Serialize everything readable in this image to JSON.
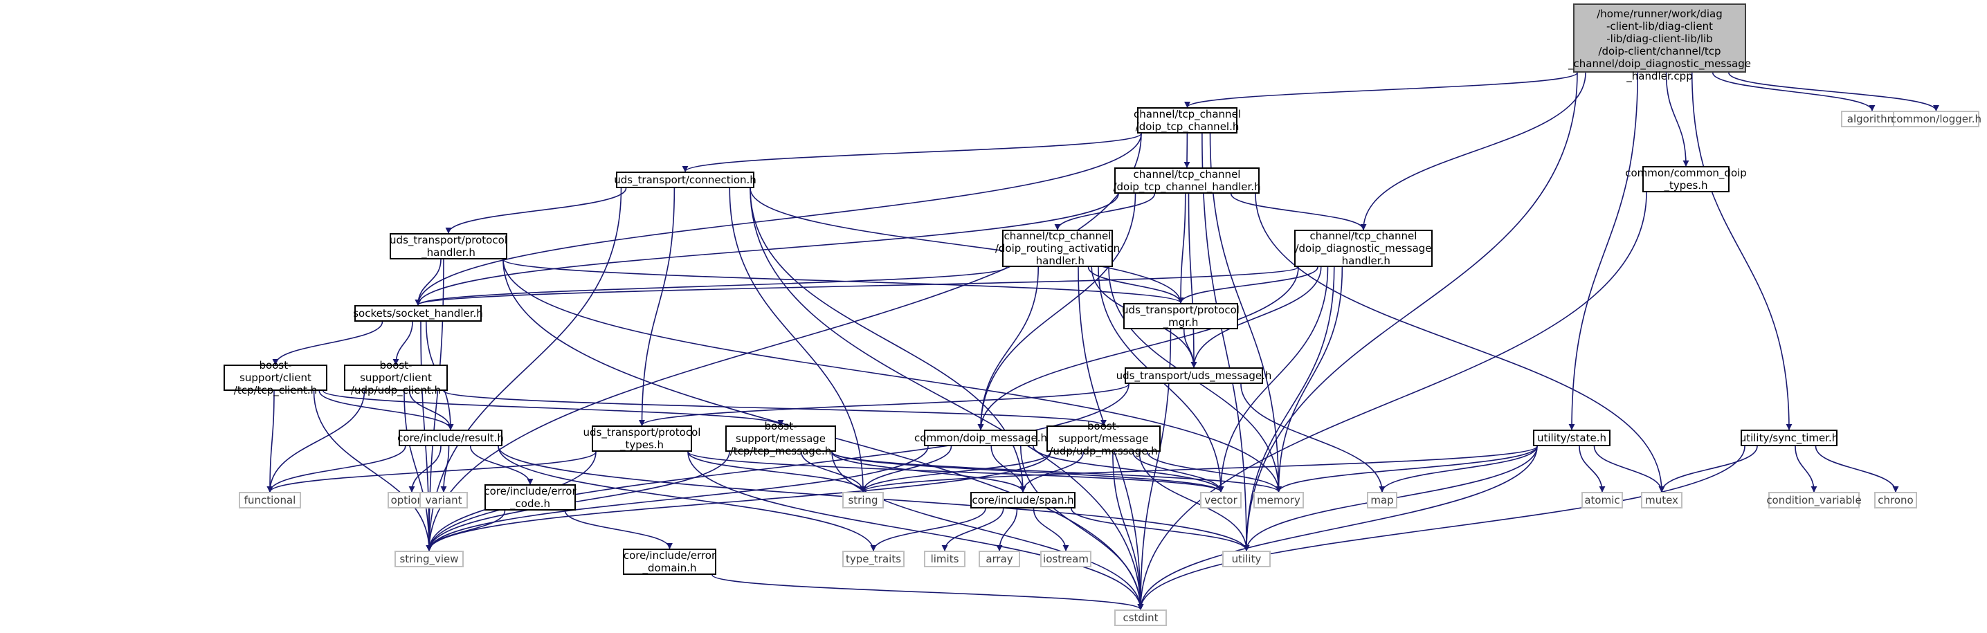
{
  "graph": {
    "edge_color": "#191970",
    "root_fill": "#bfbfbf",
    "local_border": "#000000",
    "system_border": "#bfbfbf",
    "nodes": [
      {
        "id": "root",
        "label": "/home/runner/work/diag\n-client-lib/diag-client\n-lib/diag-client-lib/lib\n/doip-client/channel/tcp\n_channel/doip_diagnostic_message\n_handler.cpp",
        "kind": "root"
      },
      {
        "id": "doip_tcp_channel",
        "label": "channel/tcp_channel\n/doip_tcp_channel.h",
        "kind": "local"
      },
      {
        "id": "algorithm",
        "label": "algorithm",
        "kind": "system"
      },
      {
        "id": "logger",
        "label": "common/logger.h",
        "kind": "system"
      },
      {
        "id": "uds_connection",
        "label": "uds_transport/connection.h",
        "kind": "local"
      },
      {
        "id": "doip_tcp_channel_handler",
        "label": "channel/tcp_channel\n/doip_tcp_channel_handler.h",
        "kind": "local"
      },
      {
        "id": "common_doip_types",
        "label": "common/common_doip\n_types.h",
        "kind": "local"
      },
      {
        "id": "protocol_handler",
        "label": "uds_transport/protocol\n_handler.h",
        "kind": "local"
      },
      {
        "id": "routing_activation",
        "label": "channel/tcp_channel\n/doip_routing_activation\n_handler.h",
        "kind": "local"
      },
      {
        "id": "diag_msg_handler",
        "label": "channel/tcp_channel\n/doip_diagnostic_message\n_handler.h",
        "kind": "local"
      },
      {
        "id": "socket_handler",
        "label": "sockets/socket_handler.h",
        "kind": "local"
      },
      {
        "id": "protocol_mgr",
        "label": "uds_transport/protocol\n_mgr.h",
        "kind": "local"
      },
      {
        "id": "tcp_client",
        "label": "boost-support/client\n/tcp/tcp_client.h",
        "kind": "local"
      },
      {
        "id": "udp_client",
        "label": "boost-support/client\n/udp/udp_client.h",
        "kind": "local"
      },
      {
        "id": "uds_message",
        "label": "uds_transport/uds_message.h",
        "kind": "local"
      },
      {
        "id": "result",
        "label": "core/include/result.h",
        "kind": "local"
      },
      {
        "id": "protocol_types",
        "label": "uds_transport/protocol\n_types.h",
        "kind": "local"
      },
      {
        "id": "tcp_message",
        "label": "boost-support/message\n/tcp/tcp_message.h",
        "kind": "local"
      },
      {
        "id": "doip_message",
        "label": "common/doip_message.h",
        "kind": "local"
      },
      {
        "id": "udp_message",
        "label": "boost-support/message\n/udp/udp_message.h",
        "kind": "local"
      },
      {
        "id": "state",
        "label": "utility/state.h",
        "kind": "local"
      },
      {
        "id": "sync_timer",
        "label": "utility/sync_timer.h",
        "kind": "local"
      },
      {
        "id": "functional",
        "label": "functional",
        "kind": "system"
      },
      {
        "id": "optional",
        "label": "optional",
        "kind": "system"
      },
      {
        "id": "variant",
        "label": "variant",
        "kind": "system"
      },
      {
        "id": "error_code",
        "label": "core/include/error\n_code.h",
        "kind": "local"
      },
      {
        "id": "string",
        "label": "string",
        "kind": "system"
      },
      {
        "id": "span",
        "label": "core/include/span.h",
        "kind": "local"
      },
      {
        "id": "vector",
        "label": "vector",
        "kind": "system"
      },
      {
        "id": "memory",
        "label": "memory",
        "kind": "system"
      },
      {
        "id": "map",
        "label": "map",
        "kind": "system"
      },
      {
        "id": "atomic",
        "label": "atomic",
        "kind": "system"
      },
      {
        "id": "mutex",
        "label": "mutex",
        "kind": "system"
      },
      {
        "id": "condition_variable",
        "label": "condition_variable",
        "kind": "system"
      },
      {
        "id": "chrono",
        "label": "chrono",
        "kind": "system"
      },
      {
        "id": "string_view",
        "label": "string_view",
        "kind": "system"
      },
      {
        "id": "error_domain",
        "label": "core/include/error\n_domain.h",
        "kind": "local"
      },
      {
        "id": "type_traits",
        "label": "type_traits",
        "kind": "system"
      },
      {
        "id": "limits",
        "label": "limits",
        "kind": "system"
      },
      {
        "id": "array",
        "label": "array",
        "kind": "system"
      },
      {
        "id": "iostream",
        "label": "iostream",
        "kind": "system"
      },
      {
        "id": "utility",
        "label": "utility",
        "kind": "system"
      },
      {
        "id": "cstdint",
        "label": "cstdint",
        "kind": "system"
      }
    ],
    "edges": [
      [
        "root",
        "doip_tcp_channel"
      ],
      [
        "root",
        "algorithm"
      ],
      [
        "root",
        "logger"
      ],
      [
        "root",
        "diag_msg_handler"
      ],
      [
        "root",
        "common_doip_types"
      ],
      [
        "root",
        "state"
      ],
      [
        "root",
        "sync_timer"
      ],
      [
        "root",
        "utility"
      ],
      [
        "doip_tcp_channel",
        "uds_connection"
      ],
      [
        "doip_tcp_channel",
        "doip_tcp_channel_handler"
      ],
      [
        "doip_tcp_channel",
        "socket_handler"
      ],
      [
        "doip_tcp_channel",
        "string_view"
      ],
      [
        "doip_tcp_channel",
        "memory"
      ],
      [
        "doip_tcp_channel",
        "utility"
      ],
      [
        "uds_connection",
        "protocol_handler"
      ],
      [
        "uds_connection",
        "protocol_mgr"
      ],
      [
        "uds_connection",
        "protocol_types"
      ],
      [
        "uds_connection",
        "string"
      ],
      [
        "uds_connection",
        "span"
      ],
      [
        "uds_connection",
        "string_view"
      ],
      [
        "uds_connection",
        "cstdint"
      ],
      [
        "doip_tcp_channel_handler",
        "routing_activation"
      ],
      [
        "doip_tcp_channel_handler",
        "diag_msg_handler"
      ],
      [
        "doip_tcp_channel_handler",
        "protocol_mgr"
      ],
      [
        "doip_tcp_channel_handler",
        "uds_message"
      ],
      [
        "doip_tcp_channel_handler",
        "socket_handler"
      ],
      [
        "doip_tcp_channel_handler",
        "doip_message"
      ],
      [
        "doip_tcp_channel_handler",
        "mutex"
      ],
      [
        "protocol_handler",
        "socket_handler"
      ],
      [
        "protocol_handler",
        "protocol_mgr"
      ],
      [
        "protocol_handler",
        "memory"
      ],
      [
        "protocol_handler",
        "string_view"
      ],
      [
        "protocol_handler",
        "cstdint"
      ],
      [
        "routing_activation",
        "socket_handler"
      ],
      [
        "routing_activation",
        "protocol_mgr"
      ],
      [
        "routing_activation",
        "uds_message"
      ],
      [
        "routing_activation",
        "doip_message"
      ],
      [
        "routing_activation",
        "vector"
      ],
      [
        "routing_activation",
        "memory"
      ],
      [
        "routing_activation",
        "cstdint"
      ],
      [
        "diag_msg_handler",
        "socket_handler"
      ],
      [
        "diag_msg_handler",
        "protocol_mgr"
      ],
      [
        "diag_msg_handler",
        "uds_message"
      ],
      [
        "diag_msg_handler",
        "doip_message"
      ],
      [
        "diag_msg_handler",
        "vector"
      ],
      [
        "diag_msg_handler",
        "memory"
      ],
      [
        "diag_msg_handler",
        "utility"
      ],
      [
        "socket_handler",
        "tcp_client"
      ],
      [
        "socket_handler",
        "udp_client"
      ],
      [
        "socket_handler",
        "result"
      ],
      [
        "socket_handler",
        "string_view"
      ],
      [
        "protocol_mgr",
        "uds_message"
      ],
      [
        "protocol_mgr",
        "cstdint"
      ],
      [
        "tcp_client",
        "result"
      ],
      [
        "tcp_client",
        "tcp_message"
      ],
      [
        "tcp_client",
        "functional"
      ],
      [
        "tcp_client",
        "string_view"
      ],
      [
        "udp_client",
        "result"
      ],
      [
        "udp_client",
        "udp_message"
      ],
      [
        "udp_client",
        "functional"
      ],
      [
        "udp_client",
        "string_view"
      ],
      [
        "uds_message",
        "protocol_types"
      ],
      [
        "uds_message",
        "map"
      ],
      [
        "uds_message",
        "string_view"
      ],
      [
        "result",
        "optional"
      ],
      [
        "result",
        "variant"
      ],
      [
        "result",
        "functional"
      ],
      [
        "result",
        "error_code"
      ],
      [
        "result",
        "type_traits"
      ],
      [
        "result",
        "utility"
      ],
      [
        "protocol_types",
        "string"
      ],
      [
        "protocol_types",
        "functional"
      ],
      [
        "protocol_types",
        "string_view"
      ],
      [
        "protocol_types",
        "vector"
      ],
      [
        "protocol_types",
        "cstdint"
      ],
      [
        "tcp_message",
        "span"
      ],
      [
        "tcp_message",
        "string"
      ],
      [
        "tcp_message",
        "vector"
      ],
      [
        "tcp_message",
        "memory"
      ],
      [
        "tcp_message",
        "string_view"
      ],
      [
        "tcp_message",
        "cstdint"
      ],
      [
        "doip_message",
        "span"
      ],
      [
        "doip_message",
        "string"
      ],
      [
        "doip_message",
        "vector"
      ],
      [
        "doip_message",
        "string_view"
      ],
      [
        "doip_message",
        "cstdint"
      ],
      [
        "udp_message",
        "span"
      ],
      [
        "udp_message",
        "string"
      ],
      [
        "udp_message",
        "vector"
      ],
      [
        "udp_message",
        "memory"
      ],
      [
        "udp_message",
        "string_view"
      ],
      [
        "udp_message",
        "cstdint"
      ],
      [
        "udp_message",
        "utility"
      ],
      [
        "error_code",
        "error_domain"
      ],
      [
        "error_code",
        "string_view"
      ],
      [
        "error_domain",
        "cstdint"
      ],
      [
        "span",
        "limits"
      ],
      [
        "span",
        "array"
      ],
      [
        "span",
        "iostream"
      ],
      [
        "span",
        "type_traits"
      ],
      [
        "span",
        "utility"
      ],
      [
        "state",
        "atomic"
      ],
      [
        "state",
        "mutex"
      ],
      [
        "state",
        "map"
      ],
      [
        "state",
        "memory"
      ],
      [
        "state",
        "string"
      ],
      [
        "state",
        "utility"
      ],
      [
        "state",
        "cstdint"
      ],
      [
        "sync_timer",
        "condition_variable"
      ],
      [
        "sync_timer",
        "chrono"
      ],
      [
        "sync_timer",
        "mutex"
      ],
      [
        "sync_timer",
        "cstdint"
      ],
      [
        "common_doip_types",
        "cstdint"
      ]
    ]
  }
}
